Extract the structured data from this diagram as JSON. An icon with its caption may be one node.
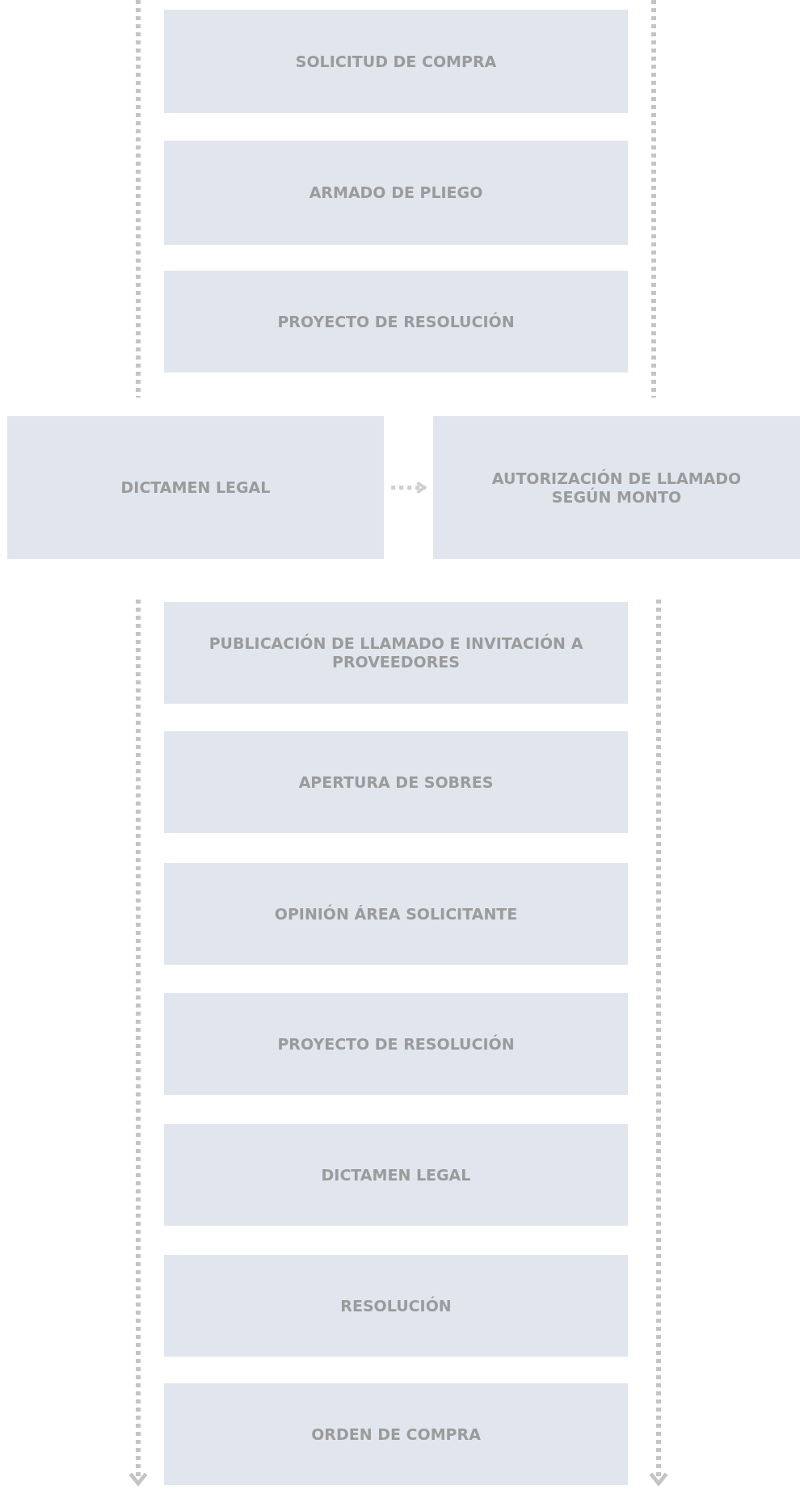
{
  "diagram": {
    "nodes": [
      {
        "text": [
          "SOLICITUD DE COMPRA"
        ]
      },
      {
        "text": [
          "ARMADO DE PLIEGO"
        ]
      },
      {
        "text": [
          "PROYECTO DE RESOLUCIÓN"
        ]
      },
      {
        "text": [
          "DICTAMEN LEGAL"
        ]
      },
      {
        "text": [
          "AUTORIZACIÓN DE LLAMADO SEGÚN MONTO"
        ]
      },
      {
        "text": [
          "PUBLICACIÓN DE LLAMADO E INVITACIÓN A PROVEEDORES"
        ]
      },
      {
        "text": [
          "APERTURA DE SOBRES"
        ]
      },
      {
        "text": [
          "OPINIÓN ÁREA SOLICITANTE"
        ]
      },
      {
        "text": [
          "PROYECTO DE RESOLUCIÓN"
        ]
      },
      {
        "text": [
          "DICTAMEN LEGAL"
        ]
      },
      {
        "text": [
          "RESOLUCIÓN"
        ]
      },
      {
        "text": [
          "ORDEN DE COMPRA"
        ]
      }
    ],
    "edges": [
      {
        "from": 3,
        "to": 4,
        "arrow": "to",
        "style": "dashed"
      }
    ]
  }
}
